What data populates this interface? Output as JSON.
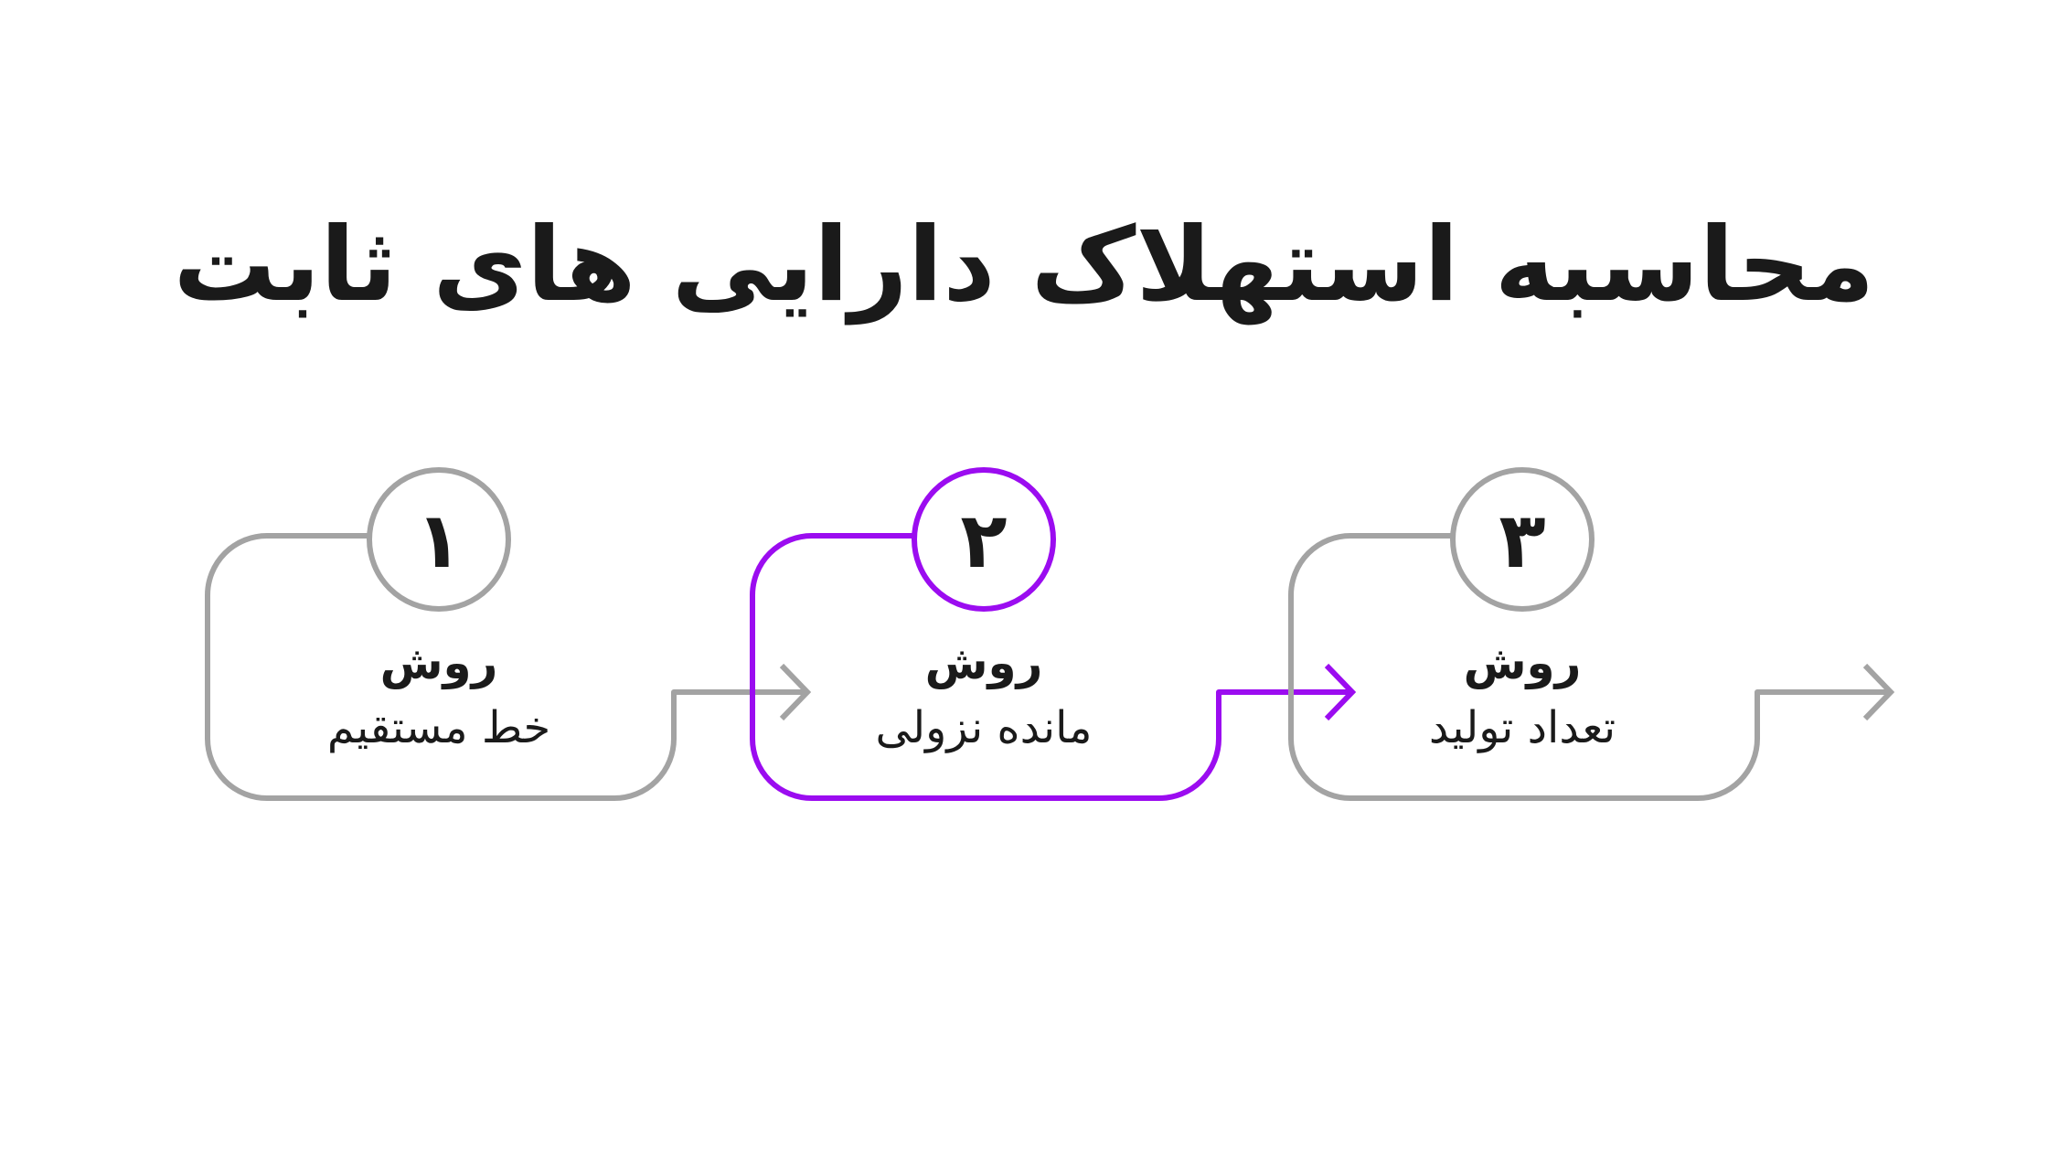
{
  "title": "محاسبه استهلاک دارایی های ثابت",
  "colors": {
    "inactive": "#a3a3a3",
    "active": "#9b0cf0",
    "text": "#1a1a1a"
  },
  "steps": [
    {
      "number": "۱",
      "label": "روش",
      "name": "خط مستقیم",
      "active": false
    },
    {
      "number": "۲",
      "label": "روش",
      "name": "مانده نزولی",
      "active": true
    },
    {
      "number": "۳",
      "label": "روش",
      "name": "تعداد تولید",
      "active": false
    }
  ]
}
